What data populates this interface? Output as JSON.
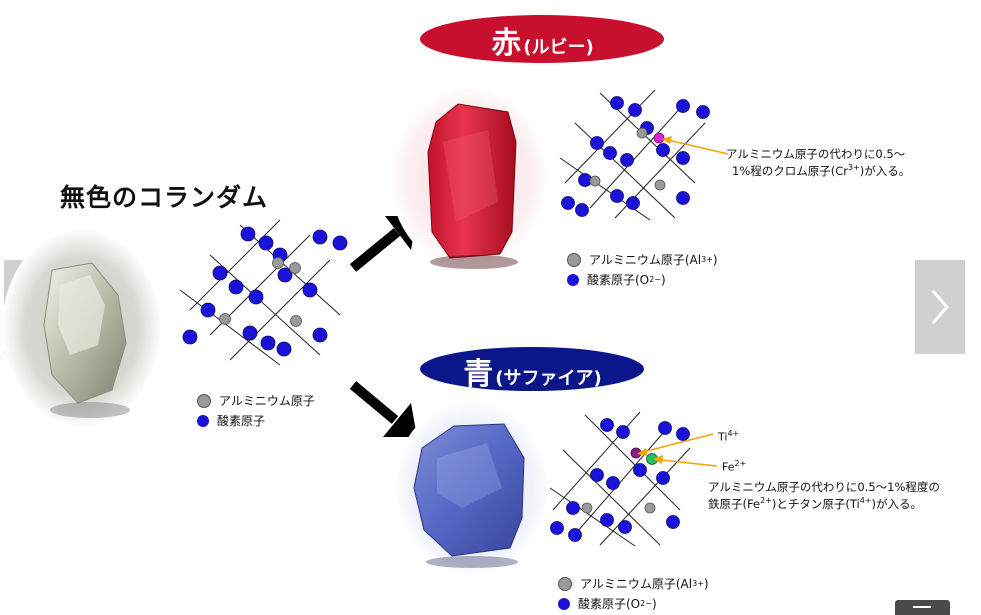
{
  "colorless": {
    "title": "無色のコランダム"
  },
  "ruby": {
    "char": "赤",
    "sub": "(ルビー)",
    "pill_color": "#c8102e",
    "note_line1": "アルミニウム原子の代わりに0.5〜",
    "note_line2": "1%程のクロム原子(Cr",
    "note_sup": "3+",
    "note_line2_end": ")が入る。"
  },
  "sapphire": {
    "char": "青",
    "sub": "(サファイア)",
    "pill_color": "#0b168a",
    "ti_label": "Ti",
    "ti_sup": "4+",
    "fe_label": "Fe",
    "fe_sup": "2+",
    "note_line1": "アルミニウム原子の代わりに0.5〜1%程度の",
    "note_a": "鉄原子(Fe",
    "note_a_sup": "2+",
    "note_b": ")とチタン原子(Ti",
    "note_b_sup": "4+",
    "note_c": ")が入る。"
  },
  "legend_main": {
    "al": "アルミニウム原子",
    "o": "酸素原子"
  },
  "legend_ion": {
    "al": "アルミニウム原子(Al",
    "al_sup": "3+",
    "al_end": ")",
    "o": "酸素原子(O",
    "o_sup": "2−",
    "o_end": ")"
  },
  "colors": {
    "oxygen": "#1a12d8",
    "aluminum": "#9a9a9a",
    "chromium": "#e020d0",
    "titanium": "#8a1a8a",
    "iron": "#22c060",
    "arrow_callout": "#f5a300"
  }
}
